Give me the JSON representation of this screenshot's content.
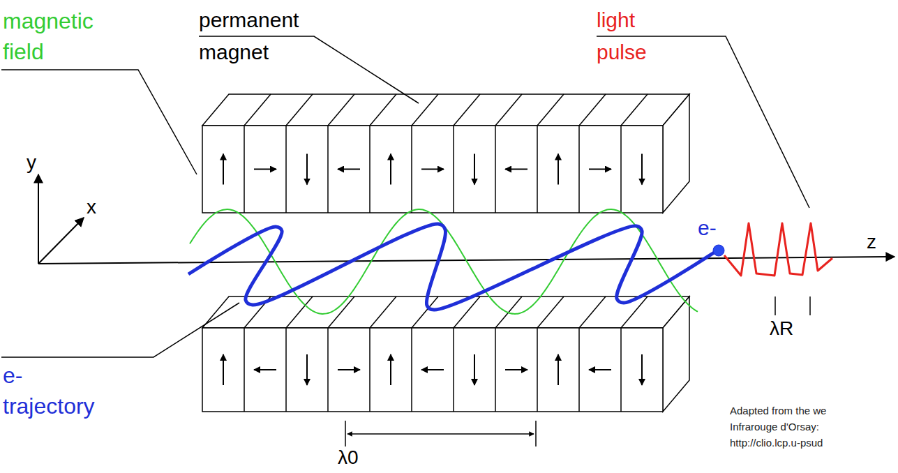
{
  "diagram": {
    "labels": [
      "magnetic field",
      "permanent magnet",
      "light pulse",
      "e- trajectory",
      "e-",
      "y",
      "x",
      "z",
      "λR",
      "λ0",
      "Adapted from the we",
      "Infrarouge d'Orsay:",
      "http://clio.lcp.u-psud"
    ]
  }
}
